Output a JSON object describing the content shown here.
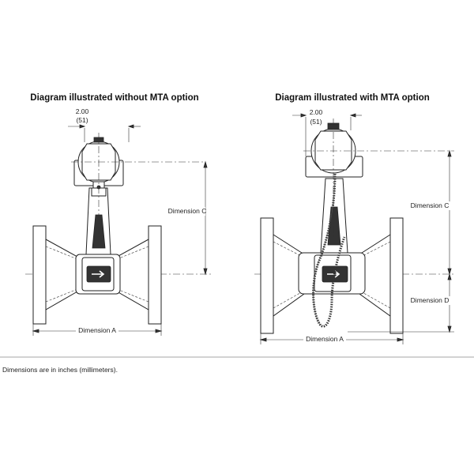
{
  "titles": {
    "left": "Diagram illustrated without MTA option",
    "right": "Diagram illustrated with MTA option"
  },
  "dimensions": {
    "width_in": "2.00",
    "width_mm": "(51)",
    "dim_a": "Dimension A",
    "dim_c": "Dimension C",
    "dim_d": "Dimension D"
  },
  "footnote": "Dimensions are in inches (millimeters)."
}
